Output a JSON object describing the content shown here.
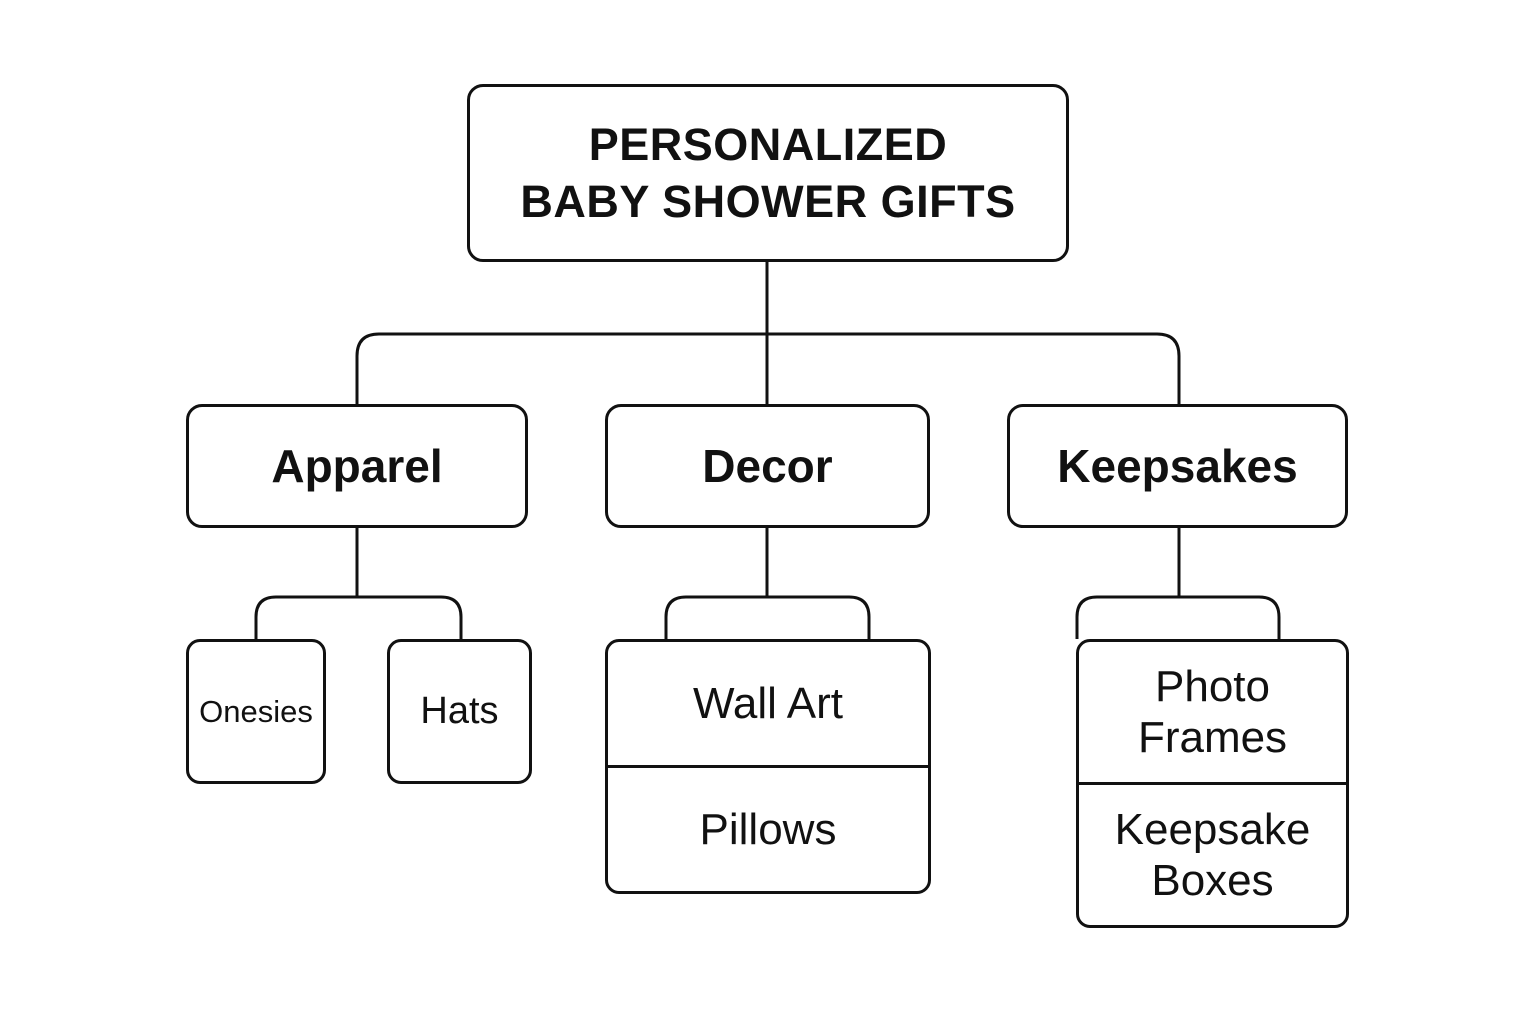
{
  "root": {
    "title_line1": "PERSONALIZED",
    "title_line2": "BABY SHOWER GIFTS"
  },
  "categories": [
    {
      "label": "Apparel",
      "items": [
        "Onesies",
        "Hats"
      ]
    },
    {
      "label": "Decor",
      "items": [
        "Wall Art",
        "Pillows"
      ]
    },
    {
      "label": "Keepsakes",
      "items": [
        "Photo Frames",
        "Keepsake Boxes"
      ]
    }
  ],
  "colors": {
    "stroke": "#111111",
    "background": "#ffffff"
  }
}
